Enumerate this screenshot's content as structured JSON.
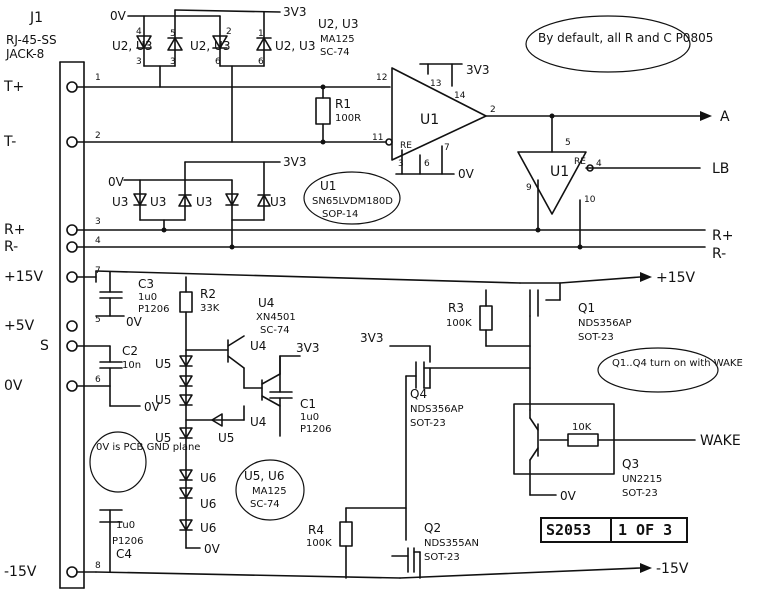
{
  "connector": {
    "ref": "J1",
    "part": "RJ-45-SS",
    "footprint": "JACK-8"
  },
  "pins": [
    {
      "name": "T+",
      "num": "1"
    },
    {
      "name": "T-",
      "num": "2"
    },
    {
      "name": "R+",
      "num": "3"
    },
    {
      "name": "R-",
      "num": "4"
    },
    {
      "name": "+15V",
      "num": "7"
    },
    {
      "name": "+5V",
      "num": "5"
    },
    {
      "name": "S",
      "num": ""
    },
    {
      "name": "0V",
      "num": "6"
    },
    {
      "name": "-15V",
      "num": "8"
    }
  ],
  "notes": {
    "default_rc": "By default, all R and C P0805",
    "gnd_plane": "0V is PCB GND plane",
    "wake": "Q1..Q4 turn on with WAKE"
  },
  "rails": {
    "v3v3": "3V3",
    "v0": "0V",
    "p15": "+15V",
    "m15": "-15V",
    "p5": "+5V"
  },
  "outputs": {
    "a": "A",
    "lb": "LB",
    "rp": "R+",
    "rm": "R-",
    "wake": "WAKE"
  },
  "parts": {
    "u2_group": "U2, U3",
    "u2_type": "MA125",
    "u2_pkg": "SC-74",
    "u1": "U1",
    "u1_type": "SN65LVDM180D",
    "u1_pkg": "SOP-14",
    "r1": "R1",
    "r1_val": "100R",
    "r2": "R2",
    "r2_val": "33K",
    "r3": "R3",
    "r3_val": "100K",
    "r4": "R4",
    "r4_val": "100K",
    "c1": "C1",
    "c1_val": "1u0",
    "c1_pkg": "P1206",
    "c2": "C2",
    "c2_val": "10n",
    "c3": "C3",
    "c3_val": "1u0",
    "c3_pkg": "P1206",
    "c4": "C4",
    "c4_val": "1u0",
    "c4_pkg": "P1206",
    "u4": "U4",
    "u4_type": "XN4501",
    "u4_pkg": "SC-74",
    "u5": "U5",
    "u6": "U6",
    "u56_group": "U5, U6",
    "u56_type": "MA125",
    "u56_pkg": "SC-74",
    "q1": "Q1",
    "q1_type": "NDS356AP",
    "q1_pkg": "SOT-23",
    "q2": "Q2",
    "q2_type": "NDS355AN",
    "q2_pkg": "SOT-23",
    "q3": "Q3",
    "q3_type": "UN2215",
    "q3_pkg": "SOT-23",
    "q3_r": "10K",
    "q4": "Q4",
    "q4_type": "NDS356AP",
    "q4_pkg": "SOT-23",
    "re": "RE"
  },
  "title_block": {
    "drawing": "S2053",
    "sheet": "1 OF 3"
  }
}
